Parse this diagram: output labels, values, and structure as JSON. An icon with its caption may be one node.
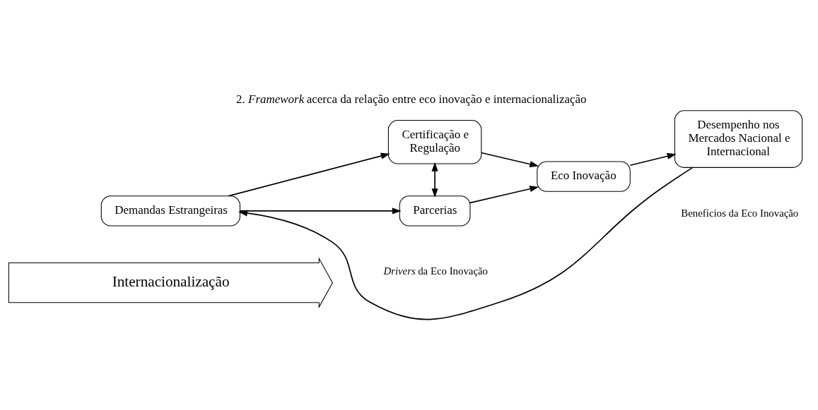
{
  "diagram": {
    "title": "2. *Framework* acerca da relação entre eco inovação e internacionalização",
    "nodes": [
      {
        "text": [
          "Internacionalização"
        ]
      },
      {
        "text": [
          "Demandas Estrangeiras"
        ]
      },
      {
        "text": [
          "Certificação e Regulação"
        ]
      },
      {
        "text": [
          "Parcerias"
        ]
      },
      {
        "text": [
          "Eco Inovação"
        ]
      },
      {
        "text": [
          "Desempenho nos Mercados Nacional e Internacional"
        ]
      }
    ],
    "edges": [
      {
        "from": 5,
        "to": 1,
        "arrow": "to"
      },
      {
        "from": 1,
        "to": 2,
        "arrow": "to"
      },
      {
        "from": 1,
        "to": 3,
        "arrow": "to"
      },
      {
        "from": 2,
        "to": 3,
        "arrow": "both"
      },
      {
        "from": 2,
        "to": 4,
        "arrow": "to"
      },
      {
        "from": 3,
        "to": 4,
        "arrow": "to"
      },
      {
        "from": 4,
        "to": 5,
        "arrow": "to"
      }
    ],
    "labels": [
      "*Drivers* da Eco Inovação",
      "Benefícios da Eco Inovação"
    ]
  }
}
